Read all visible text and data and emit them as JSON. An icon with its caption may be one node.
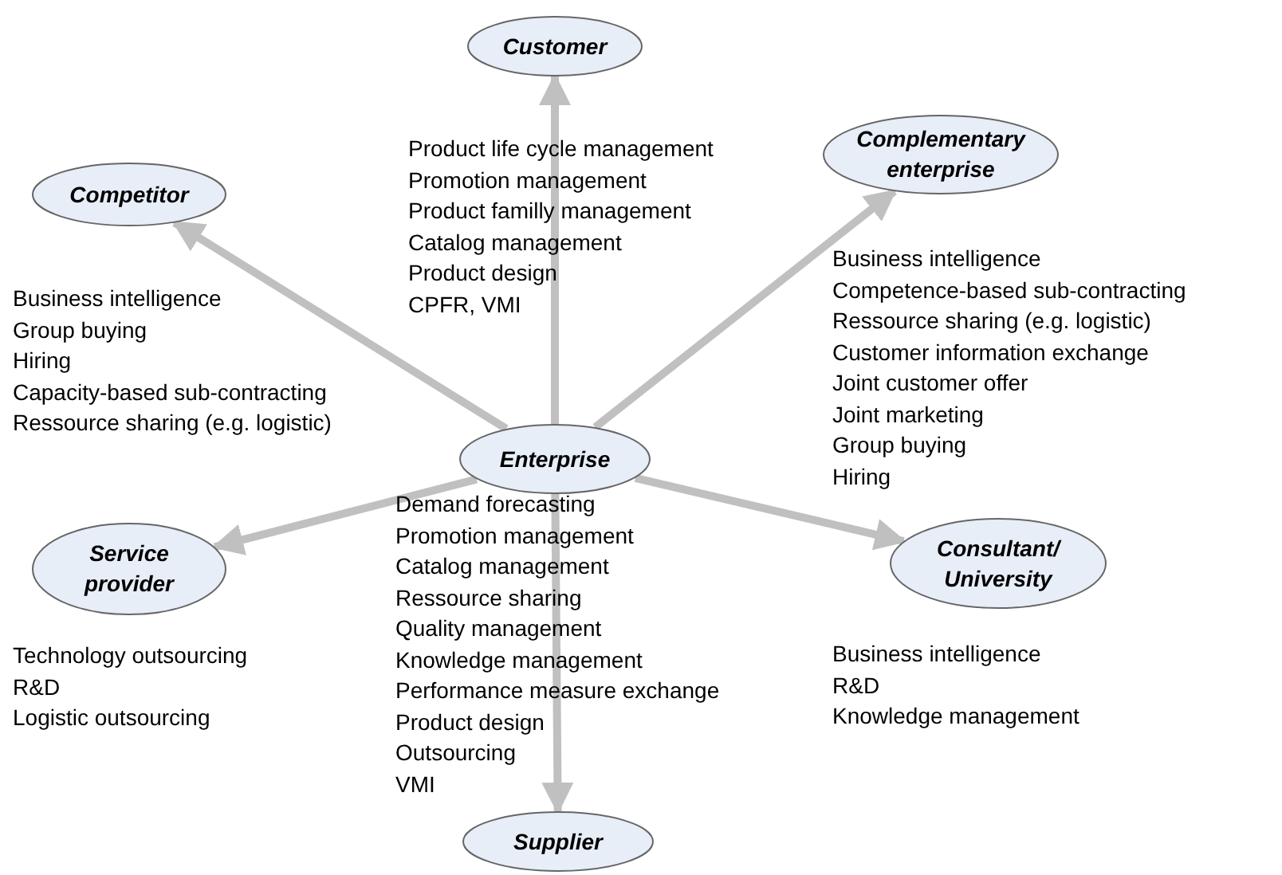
{
  "diagram": {
    "nodes": [
      {
        "text": [
          "Customer"
        ],
        "beside": [
          "Product life cycle management",
          "Promotion management",
          "Product familly management",
          "Catalog management",
          "Product design",
          "CPFR, VMI"
        ]
      },
      {
        "text": [
          "Competitor"
        ],
        "beside": [
          "Business intelligence",
          "Group buying",
          "Hiring",
          "Capacity-based sub-contracting",
          "Ressource sharing (e.g. logistic)"
        ]
      },
      {
        "text": [
          "Complementary enterprise"
        ],
        "beside": [
          "Business intelligence",
          "Competence-based sub-contracting",
          "Ressource sharing (e.g. logistic)",
          "Customer information exchange",
          "Joint customer offer",
          "Joint marketing",
          "Group buying",
          "Hiring"
        ]
      },
      {
        "text": [
          "Enterprise"
        ]
      },
      {
        "text": [
          "Service provider"
        ],
        "beside": [
          "Technology outsourcing",
          "R&D",
          "Logistic outsourcing"
        ]
      },
      {
        "text": [
          "Consultant/ University"
        ],
        "beside": [
          "Business intelligence",
          "R&D",
          "Knowledge management"
        ]
      },
      {
        "text": [
          "Supplier"
        ],
        "beside": [
          "Demand forecasting",
          "Promotion management",
          "Catalog management",
          "Ressource sharing",
          "Quality management",
          "Knowledge management",
          "Performance measure exchange",
          "Product design",
          "Outsourcing",
          "VMI"
        ]
      }
    ],
    "edges": [
      {
        "from": 3,
        "to": 0,
        "arrow": "to"
      },
      {
        "from": 3,
        "to": 1,
        "arrow": "to"
      },
      {
        "from": 3,
        "to": 2,
        "arrow": "to"
      },
      {
        "from": 3,
        "to": 4,
        "arrow": "to"
      },
      {
        "from": 3,
        "to": 5,
        "arrow": "to"
      },
      {
        "from": 3,
        "to": 6,
        "arrow": "to"
      }
    ]
  }
}
